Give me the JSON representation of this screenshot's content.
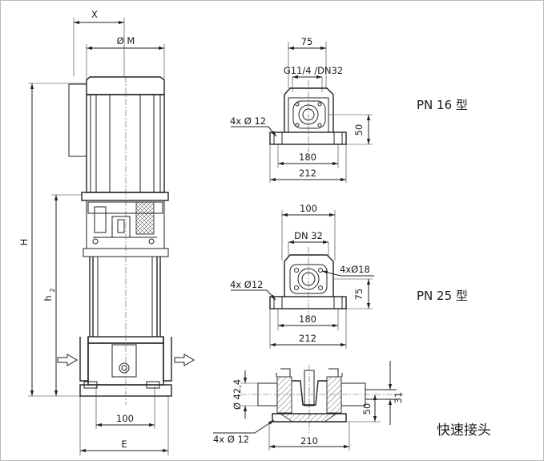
{
  "main_view": {
    "dim_x": "X",
    "dim_m": "Ø M",
    "dim_h": "H",
    "dim_h2": "h",
    "dim_h2_sub": "2",
    "dim_base": "100",
    "dim_e": "E"
  },
  "pn16": {
    "label": "PN 16 型",
    "dim_top": "75",
    "thread": "G11/4 /DN32",
    "holes": "4x Ø 12",
    "dim_height": "50",
    "dim_inner": "180",
    "dim_outer": "212"
  },
  "pn25": {
    "label": "PN 25 型",
    "dim_top": "100",
    "flange": "DN 32",
    "bolts": "4xØ18",
    "holes": "4x Ø12",
    "dim_height": "75",
    "dim_inner": "180",
    "dim_outer": "212"
  },
  "coupling": {
    "label": "快速接头",
    "dim_dia": "Ø 42,4",
    "dim_31": "31",
    "dim_50": "50",
    "holes": "4x Ø 12",
    "dim_width": "210"
  }
}
